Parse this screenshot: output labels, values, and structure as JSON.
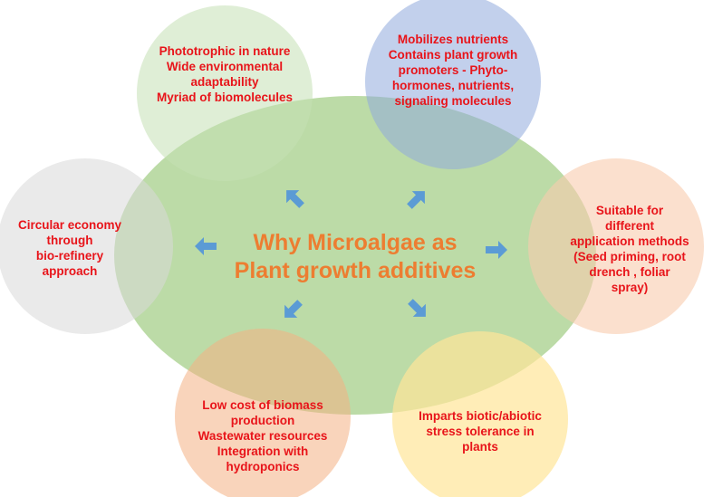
{
  "title": {
    "line1": "Why Microalgae as",
    "line2": "Plant growth additives"
  },
  "bubbles": {
    "top_left": [
      "Phototrophic in nature",
      "Wide environmental",
      "adaptability",
      "Myriad of biomolecules"
    ],
    "top_right": [
      "Mobilizes nutrients",
      "Contains plant growth",
      "promoters - Phyto-",
      "hormones, nutrients,",
      "signaling molecules"
    ],
    "left": [
      "Circular economy",
      "through",
      "bio-refinery",
      "approach"
    ],
    "right": [
      "Suitable for",
      "different",
      "application methods",
      "(Seed priming, root",
      "drench , foliar",
      "spray)"
    ],
    "bottom_left": [
      "Low cost of biomass",
      "production",
      "Wastewater resources",
      "Integration with",
      "hydroponics"
    ],
    "bottom_right": [
      "Imparts biotic/abiotic",
      "stress tolerance in",
      "plants"
    ]
  },
  "colors": {
    "title": "#ed7d31",
    "text": "#e8141a",
    "center_ellipse": "#a9d18e",
    "top_left_circle": "#c5e0b4",
    "top_right_circle": "#8faadc",
    "left_circle": "#d9d9d9",
    "right_circle": "#f8cbad",
    "bottom_left_circle": "#f4b183",
    "bottom_right_circle": "#ffe699",
    "arrow": "#5b9bd5"
  }
}
